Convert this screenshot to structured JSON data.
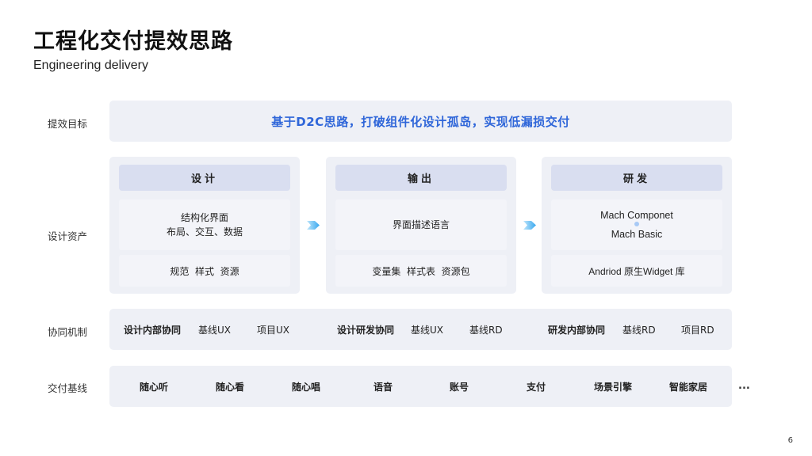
{
  "header": {
    "title": "工程化交付提效思路",
    "subtitle": "Engineering delivery"
  },
  "rows": {
    "goal_label": "提效目标",
    "assets_label": "设计资产",
    "collab_label": "协同机制",
    "baseline_label": "交付基线"
  },
  "goal": {
    "text": "基于D2C思路，打破组件化设计孤岛，实现低漏损交付"
  },
  "columns": [
    {
      "head": "设计",
      "mid_line1": "结构化界面",
      "mid_line2": "布局、交互、数据",
      "bottom": "规范  样式  资源"
    },
    {
      "head": "输出",
      "mid_line1": "界面描述语言",
      "mid_line2": "",
      "bottom": "变量集  样式表  资源包"
    },
    {
      "head": "研发",
      "mid_line1": "Mach Componet",
      "mid_line2": "Mach Basic",
      "bottom": "Andriod 原生Widget 库"
    }
  ],
  "collab": {
    "items": [
      "设计内部协同",
      "基线UX",
      "项目UX",
      "设计研发协同",
      "基线UX",
      "基线RD",
      "研发内部协同",
      "基线RD",
      "项目RD"
    ]
  },
  "baseline": {
    "items": [
      "随心听",
      "随心看",
      "随心唱",
      "语音",
      "账号",
      "支付",
      "场景引擎",
      "智能家居"
    ],
    "more": "..."
  },
  "footer": {
    "page": "6"
  },
  "colors": {
    "panel": "#eef0f6",
    "head": "#d9def0",
    "accent": "#2f66d9",
    "arrow": "#4fb3f0"
  }
}
